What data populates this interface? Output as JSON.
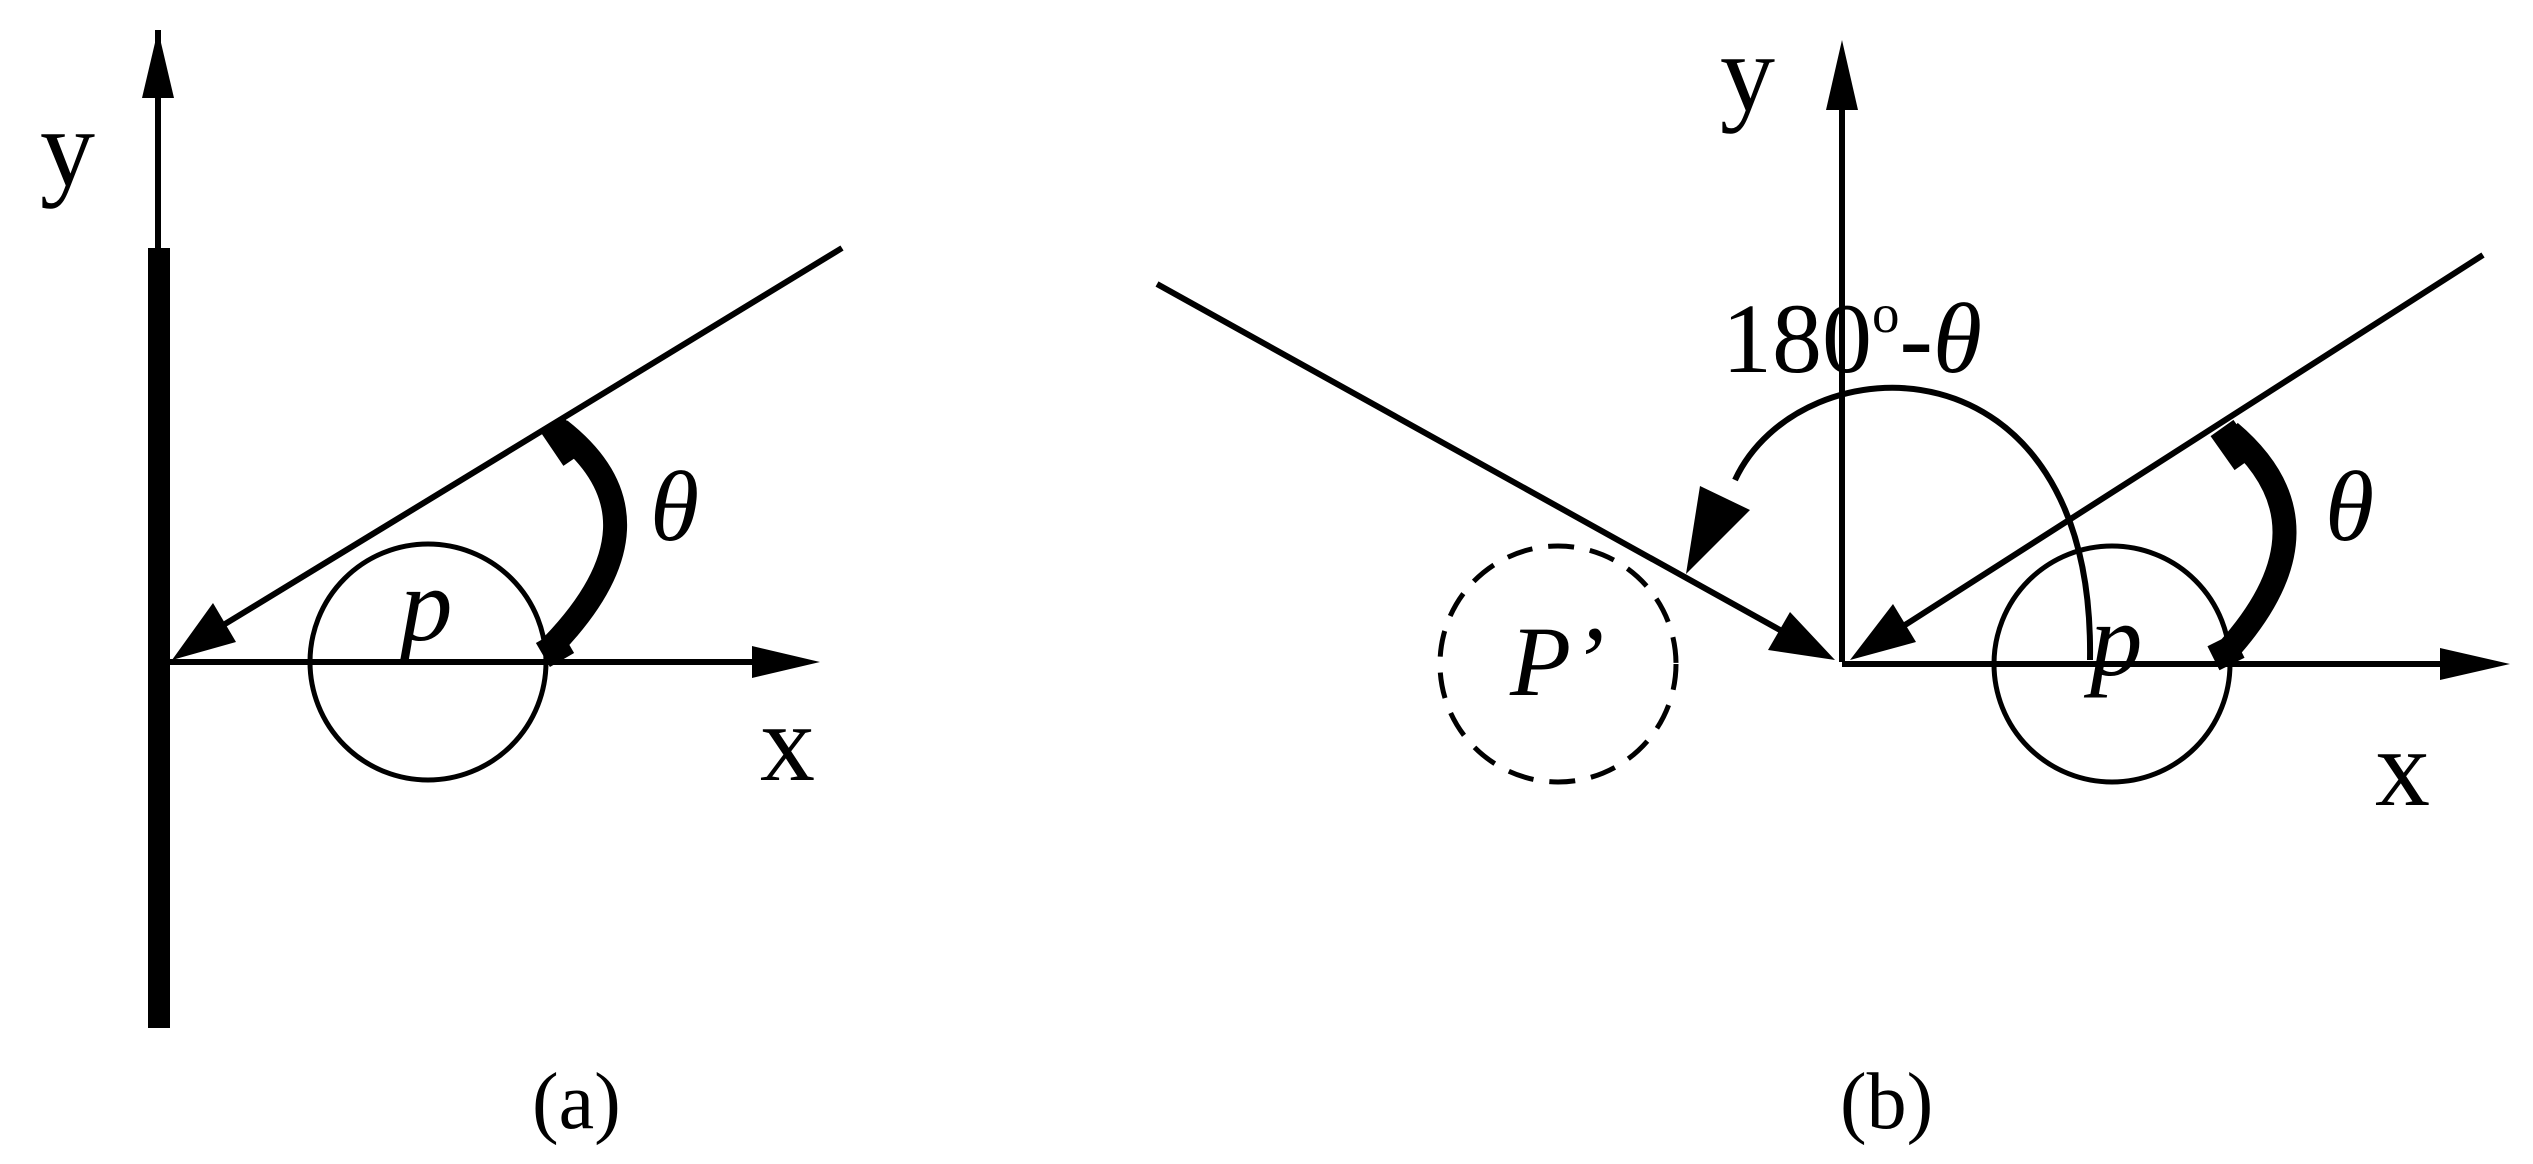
{
  "colors": {
    "ink": "#000000",
    "background": "#ffffff"
  },
  "panel_a": {
    "caption": "(a)",
    "y_axis_label": "y",
    "x_axis_label": "x",
    "particle_label": "p",
    "angle_label": "θ"
  },
  "panel_b": {
    "caption": "(b)",
    "y_axis_label": "y",
    "x_axis_label": "x",
    "particle_label": "p",
    "image_particle_label": "P’",
    "angle_label": "θ",
    "supplementary_angle_label": {
      "number": "180",
      "degree": "o",
      "operator": "-",
      "symbol": "θ"
    }
  }
}
